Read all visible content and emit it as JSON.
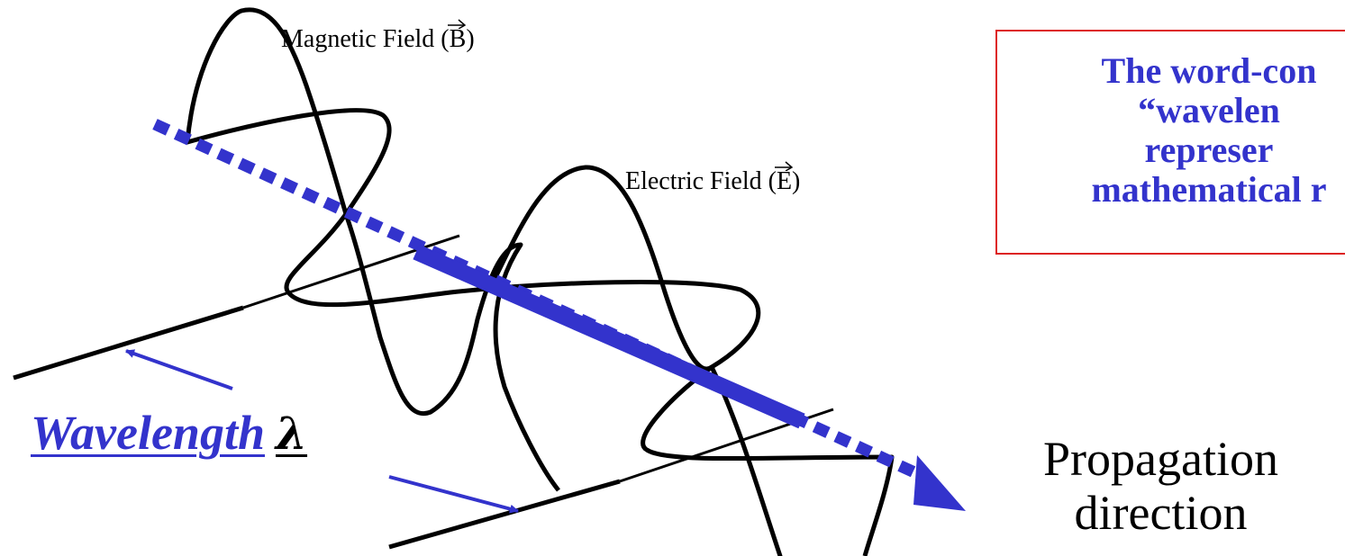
{
  "labels": {
    "magnetic_field": "Magnetic Field (",
    "magnetic_symbol": "B",
    "magnetic_close": ")",
    "electric_field": "Electric Field (",
    "electric_symbol": "E",
    "electric_close": ")",
    "wavelength_word": "Wavelength",
    "wavelength_symbol": "λ",
    "propagation": "Propagation\n  direction"
  },
  "note_box": {
    "text": "The word-con\n“wavelen\nrepreser\nmathematical r"
  },
  "colors": {
    "axis_blue": "#3333cc",
    "wave_black": "#000000",
    "box_border": "#dd2222",
    "note_text": "#3333cc"
  }
}
